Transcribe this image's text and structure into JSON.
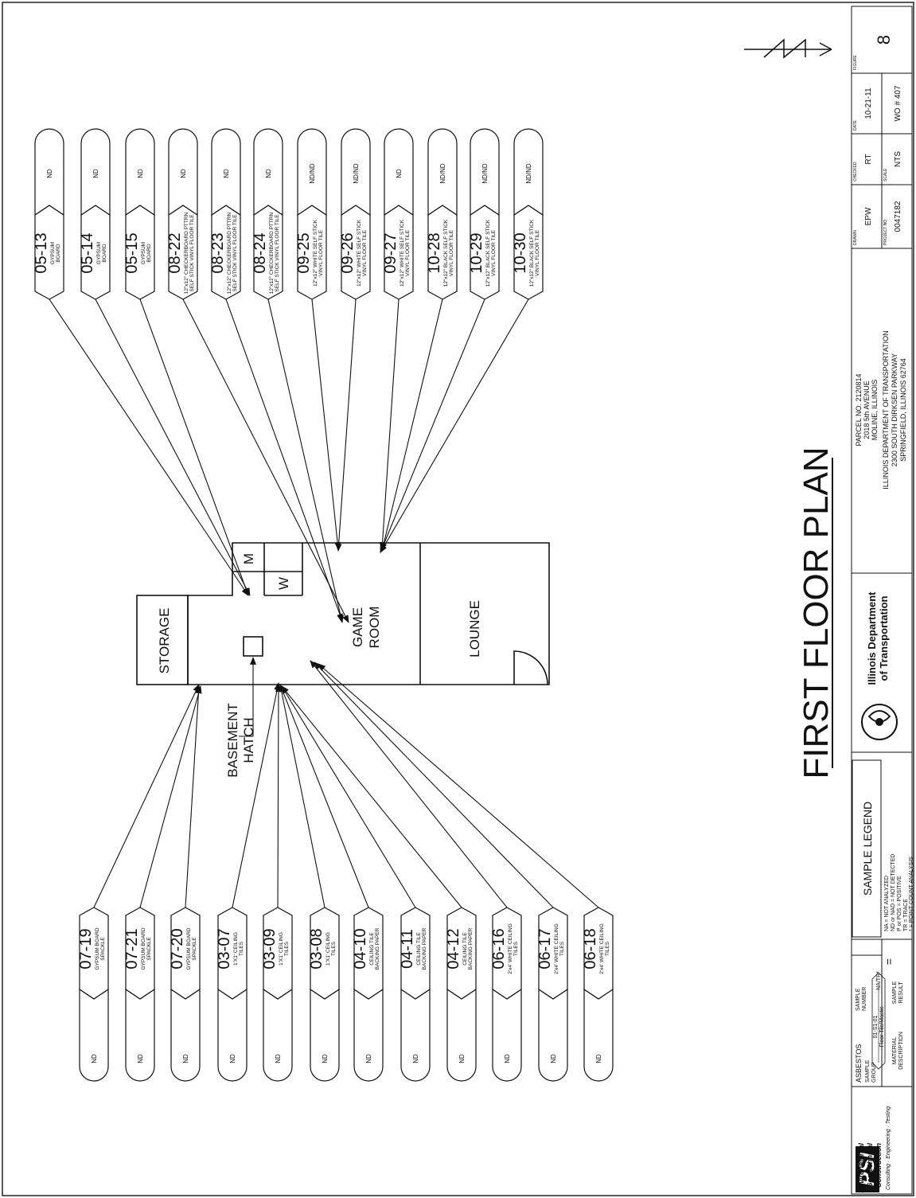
{
  "title": "FIRST FLOOR PLAN",
  "rooms": {
    "storage": "STORAGE",
    "game_room": [
      "GAME",
      "ROOM"
    ],
    "lounge": "LOUNGE",
    "m": "M",
    "w": "W",
    "basement_hatch": [
      "BASEMENT",
      "HATCH"
    ]
  },
  "samples_left": [
    {
      "id": "07-19",
      "desc": [
        "GYPSUM BOARD",
        "SPACKLE"
      ],
      "result": "ND"
    },
    {
      "id": "07-21",
      "desc": [
        "GYPSUM BOARD",
        "SPACKLE"
      ],
      "result": "ND"
    },
    {
      "id": "07-20",
      "desc": [
        "GYPSUM BOARD",
        "SPACKLE"
      ],
      "result": "ND"
    },
    {
      "id": "03-07",
      "desc": [
        "1'X1' CEILING",
        "TILES"
      ],
      "result": "ND"
    },
    {
      "id": "03-09",
      "desc": [
        "1'X1' CEILING",
        "TILES"
      ],
      "result": "ND"
    },
    {
      "id": "03-08",
      "desc": [
        "1'X1' CEILING",
        "TILES"
      ],
      "result": "ND"
    },
    {
      "id": "04-10",
      "desc": [
        "CEILING TILE",
        "BACKING PAPER"
      ],
      "result": "ND"
    },
    {
      "id": "04-11",
      "desc": [
        "CEILING TILE",
        "BACKING PAPER"
      ],
      "result": "ND"
    },
    {
      "id": "04-12",
      "desc": [
        "CEILING TILE",
        "BACKING PAPER"
      ],
      "result": "ND"
    },
    {
      "id": "06-16",
      "desc": [
        "2'x4' WHITE CEILING",
        "TILES"
      ],
      "result": "ND"
    },
    {
      "id": "06-17",
      "desc": [
        "2'x4' WHITE CEILING",
        "TILES"
      ],
      "result": "ND"
    },
    {
      "id": "06-18",
      "desc": [
        "2'x4' WHITE CEILING",
        "TILES"
      ],
      "result": "ND"
    }
  ],
  "samples_right": [
    {
      "id": "05-13",
      "desc": [
        "GYPSUM",
        "BOARD"
      ],
      "result": "ND"
    },
    {
      "id": "05-14",
      "desc": [
        "GYPSUM",
        "BOARD"
      ],
      "result": "ND"
    },
    {
      "id": "05-15",
      "desc": [
        "GYPSUM",
        "BOARD"
      ],
      "result": "ND"
    },
    {
      "id": "08-22",
      "desc": [
        "12\"x12\" CHECKERBOARD PTTRN",
        "SELF STICK VINYL FLOOR TILE"
      ],
      "result": "ND"
    },
    {
      "id": "08-23",
      "desc": [
        "12\"x12\" CHECKERBOARD PTTRN",
        "SELF STICK VINYL FLOOR TILE"
      ],
      "result": "ND"
    },
    {
      "id": "08-24",
      "desc": [
        "12\"x12\" CHECKERBOARD PTTRN",
        "SELF STICK VINYL FLOOR TILE"
      ],
      "result": "ND"
    },
    {
      "id": "09-25",
      "desc": [
        "12\"x12\" WHITE SELF STICK",
        "VINYL FLOOR TILE"
      ],
      "result": "ND/ND"
    },
    {
      "id": "09-26",
      "desc": [
        "12\"x12\" WHITE SELF STICK",
        "VINYL FLOOR TILE"
      ],
      "result": "ND/ND"
    },
    {
      "id": "09-27",
      "desc": [
        "12\"x12\" WHITE SELF STICK",
        "VINYL FLOOR TILE"
      ],
      "result": "ND"
    },
    {
      "id": "10-28",
      "desc": [
        "12\"x12\" BLACK SELF STICK",
        "VINYL FLOOR TILE"
      ],
      "result": "ND/ND"
    },
    {
      "id": "10-29",
      "desc": [
        "12\"x12\" BLACK SELF STICK",
        "VINYL FLOOR TILE"
      ],
      "result": "ND/ND"
    },
    {
      "id": "10-30",
      "desc": [
        "12\"x12\" BLACK SELF STICK",
        "VINYL FLOOR TILE"
      ],
      "result": "ND/ND"
    }
  ],
  "legend": {
    "title": "SAMPLE LEGEND",
    "lines": [
      "NA = NOT ANALYZED",
      "ND or NAD = NOT DETECTED",
      "P or POS = POSITIVE",
      "TR = TRACE",
      "* = POINT COUNT ANALYSIS"
    ],
    "key_heading": [
      "ASBESTOS",
      "SAMPLE",
      "GROUP"
    ],
    "key_sample_number": [
      "SAMPLE",
      "NUMBER"
    ],
    "key_example_id": "01-S1-01",
    "key_example_desc": "Floor Tile/Mastic",
    "key_example_result": "NA/TR*",
    "key_material": [
      "MATERIAL",
      "DESCRIPTION"
    ],
    "key_result": [
      "SAMPLE",
      "RESULT"
    ],
    "equals": "="
  },
  "company": {
    "logo": "PSI",
    "lines": [
      "Environmental",
      "Geotechnical",
      "Construction",
      "Consulting · Engineering · Testing"
    ]
  },
  "idot": [
    "Illinois Department",
    "of Transportation"
  ],
  "project": [
    "PARCEL NO. 2120814",
    "2018 5th AVENUE",
    "MOLINE, ILLINOIS",
    "ILLINOIS DEPARTMENT OF TRANSPORTATION",
    "2300 SOUTH DIRKSEN PARKWAY",
    "SPRINGFIELD, ILLINOIS 62764"
  ],
  "title_block": {
    "drawn_label": "DRAWN",
    "drawn": "EPW",
    "checked_label": "CHECKED",
    "checked": "RT",
    "date_label": "DATE",
    "date": "10-21-11",
    "figure_label": "FIGURE",
    "figure": "8",
    "project_no_label": "PROJECT NO.",
    "project_no": "0047182",
    "scale_label": "SCALE",
    "scale": "NTS",
    "wo": "WO # 407"
  }
}
